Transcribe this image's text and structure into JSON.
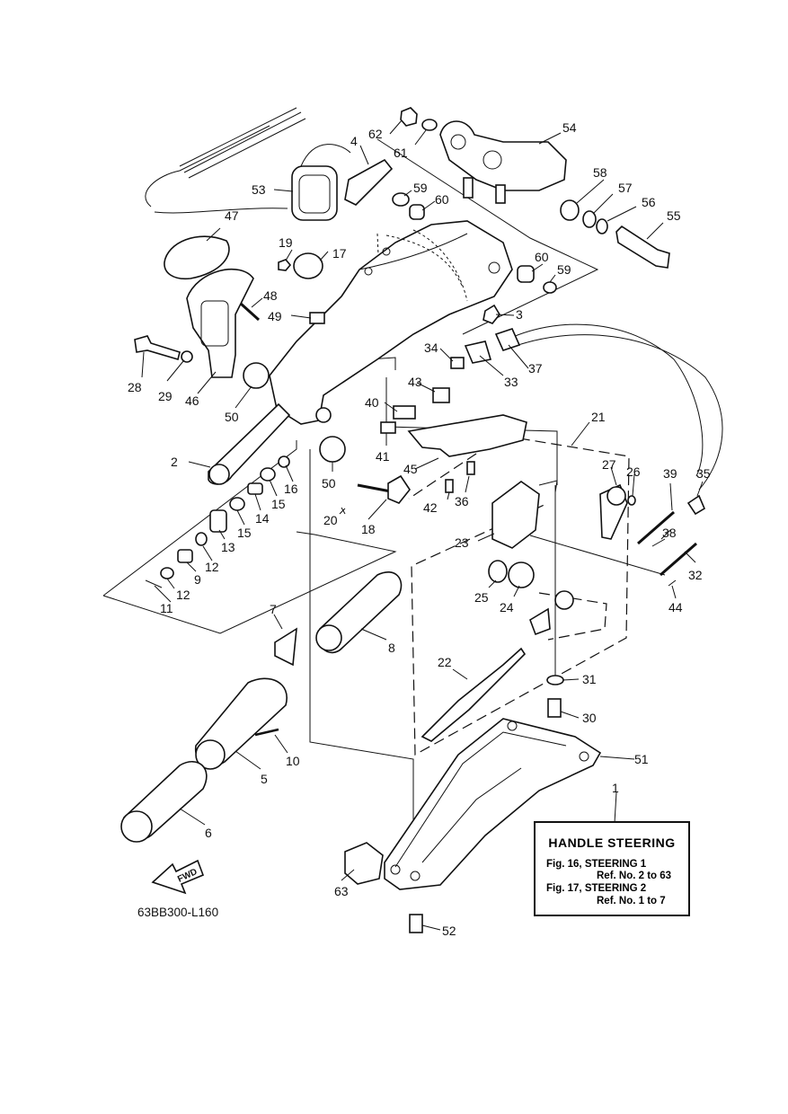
{
  "labels": [
    "1",
    "2",
    "3",
    "4",
    "5",
    "6",
    "7",
    "8",
    "9",
    "10",
    "11",
    "12",
    "12",
    "13",
    "14",
    "15",
    "15",
    "16",
    "17",
    "18",
    "19",
    "20",
    "21",
    "22",
    "23",
    "24",
    "25",
    "26",
    "27",
    "28",
    "29",
    "30",
    "31",
    "32",
    "33",
    "34",
    "35",
    "36",
    "37",
    "38",
    "39",
    "40",
    "41",
    "42",
    "43",
    "44",
    "45",
    "46",
    "47",
    "48",
    "49",
    "50",
    "50",
    "51",
    "52",
    "53",
    "54",
    "55",
    "56",
    "57",
    "58",
    "59",
    "59",
    "60",
    "60",
    "61",
    "62",
    "63"
  ],
  "reference_box": {
    "title": "HANDLE STEERING",
    "lines": [
      "Fig. 16, STEERING 1",
      "Ref. No. 2 to 63",
      "Fig. 17, STEERING 2",
      "Ref. No. 1 to 7"
    ]
  },
  "fwd_label": "FWD",
  "diagram_code": "63BB300-L160"
}
